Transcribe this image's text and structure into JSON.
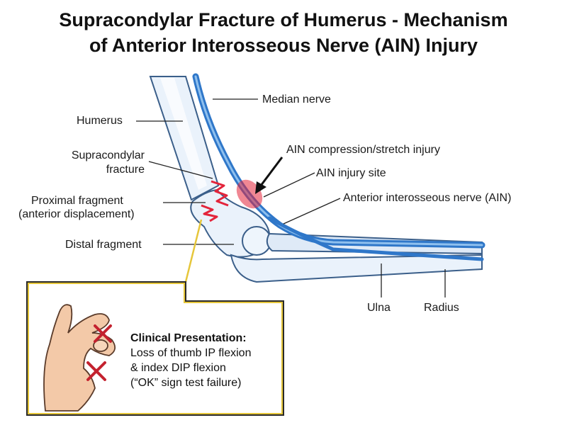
{
  "title": {
    "line1": "Supracondylar Fracture of Humerus - Mechanism",
    "line2": "of Anterior Interosseous Nerve (AIN) Injury"
  },
  "labels": {
    "median_nerve": "Median nerve",
    "humerus": "Humerus",
    "supracondylar_l1": "Supracondylar",
    "supracondylar_l2": "fracture",
    "proximal_l1": "Proximal fragment",
    "proximal_l2": "(anterior displacement)",
    "distal": "Distal fragment",
    "ain_compression": "AIN compression/stretch injury",
    "ain_site": "AIN injury site",
    "ain_nerve": "Anterior interosseous nerve (AIN)",
    "ulna": "Ulna",
    "radius": "Radius"
  },
  "clinical": {
    "heading": "Clinical Presentation:",
    "line1": "Loss of thumb IP flexion",
    "line2": "& index DIP flexion",
    "line3": "(“OK” sign test failure)"
  },
  "colors": {
    "nerve": "#2f77c9",
    "bone_outline": "#3b5f8a",
    "bone_fill": "#e8f1fb",
    "injury": "#e3243b",
    "callout": "#e6c63a",
    "skin": "#f3c9a8"
  }
}
